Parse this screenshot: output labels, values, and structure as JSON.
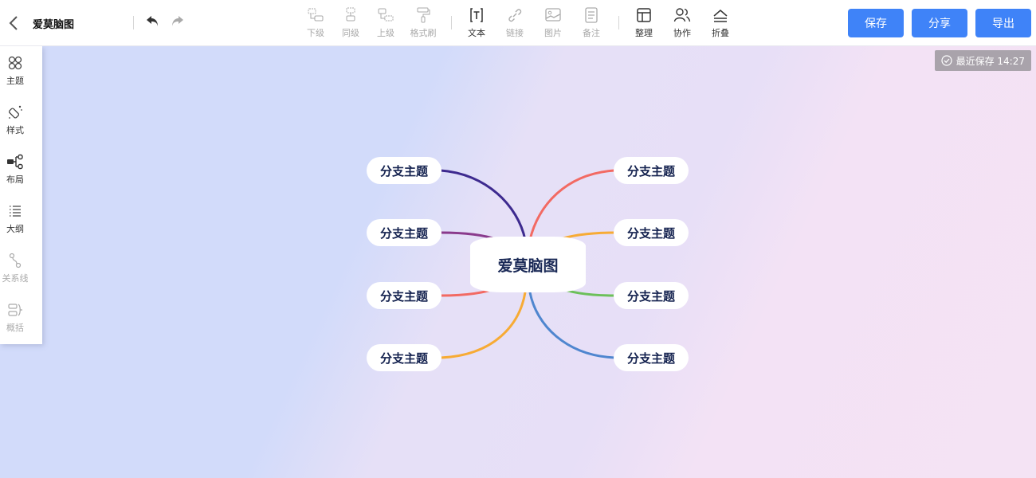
{
  "header": {
    "back_icon": "chevron-left-icon",
    "title": "爱莫脑图",
    "undo_icon": "undo-icon",
    "redo_icon": "redo-icon"
  },
  "toolbar": {
    "tools": [
      {
        "label": "下级",
        "icon": "child-node-icon",
        "enabled": false
      },
      {
        "label": "同级",
        "icon": "sibling-node-icon",
        "enabled": false
      },
      {
        "label": "上级",
        "icon": "parent-node-icon",
        "enabled": false
      },
      {
        "label": "格式刷",
        "icon": "format-painter-icon",
        "enabled": false
      },
      {
        "label": "文本",
        "icon": "text-icon",
        "enabled": true
      },
      {
        "label": "链接",
        "icon": "link-icon",
        "enabled": false
      },
      {
        "label": "图片",
        "icon": "image-icon",
        "enabled": false
      },
      {
        "label": "备注",
        "icon": "note-icon",
        "enabled": false
      },
      {
        "label": "整理",
        "icon": "layout-arrange-icon",
        "enabled": true
      },
      {
        "label": "协作",
        "icon": "collaborate-icon",
        "enabled": true
      },
      {
        "label": "折叠",
        "icon": "collapse-icon",
        "enabled": true
      }
    ],
    "buttons": {
      "save": "保存",
      "share": "分享",
      "export": "导出"
    }
  },
  "save_status": {
    "icon": "check-circle-icon",
    "text": "最近保存 14:27"
  },
  "left_panel": {
    "items": [
      {
        "label": "主题",
        "icon": "theme-icon",
        "enabled": true
      },
      {
        "label": "样式",
        "icon": "style-icon",
        "enabled": true
      },
      {
        "label": "布局",
        "icon": "layout-icon",
        "enabled": true
      },
      {
        "label": "大纲",
        "icon": "outline-icon",
        "enabled": true
      },
      {
        "label": "关系线",
        "icon": "relation-line-icon",
        "enabled": false
      },
      {
        "label": "概括",
        "icon": "summary-icon",
        "enabled": false
      }
    ]
  },
  "mindmap": {
    "central": "爱莫脑图",
    "branches": [
      {
        "label": "分支主题",
        "side": "left",
        "color": "#3d2a8f"
      },
      {
        "label": "分支主题",
        "side": "left",
        "color": "#8a3a8c"
      },
      {
        "label": "分支主题",
        "side": "left",
        "color": "#f26a63"
      },
      {
        "label": "分支主题",
        "side": "left",
        "color": "#f7ab35"
      },
      {
        "label": "分支主题",
        "side": "right",
        "color": "#f26a63"
      },
      {
        "label": "分支主题",
        "side": "right",
        "color": "#f7ab35"
      },
      {
        "label": "分支主题",
        "side": "right",
        "color": "#6cc05a"
      },
      {
        "label": "分支主题",
        "side": "right",
        "color": "#4f86cf"
      }
    ]
  },
  "colors": {
    "primary": "#3f83f8",
    "canvas_left": "#d2dbfa",
    "canvas_mid": "#e7dff7",
    "canvas_right": "#f4e3f4",
    "node_text": "#14224f"
  }
}
